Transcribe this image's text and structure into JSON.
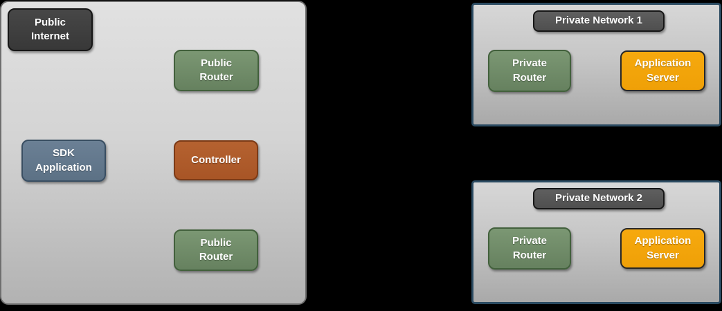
{
  "diagram": {
    "background_color": "#000000",
    "zone_fill_top": "#dedede",
    "zone_fill_bottom": "#b2b2b2",
    "private_zone_border_color": "#2b4b62",
    "public_zone_border_color": "#6e6e6e"
  },
  "public_zone": {
    "nodes": [
      {
        "id": "public-internet",
        "label": "Public\nInternet",
        "color": "#3e3e3e",
        "border": "#161616"
      },
      {
        "id": "public-router-top",
        "label": "Public\nRouter",
        "color": "#6f8f68",
        "border": "#42603c"
      },
      {
        "id": "sdk-application",
        "label": "SDK\nApplication",
        "color": "#64798e",
        "border": "#394e62"
      },
      {
        "id": "controller",
        "label": "Controller",
        "color": "#b05a2e",
        "border": "#7c3a16"
      },
      {
        "id": "public-router-bottom",
        "label": "Public\nRouter",
        "color": "#6f8f68",
        "border": "#42603c"
      }
    ]
  },
  "private_networks": [
    {
      "title": "Private Network 1",
      "title_color": "#575757",
      "nodes": [
        {
          "id": "private-router",
          "label": "Private\nRouter",
          "color": "#6f8f68",
          "border": "#42603c"
        },
        {
          "id": "application-server",
          "label": "Application\nServer",
          "color": "#f3a30c",
          "border": "#282828"
        }
      ]
    },
    {
      "title": "Private Network 2",
      "title_color": "#575757",
      "nodes": [
        {
          "id": "private-router",
          "label": "Private\nRouter",
          "color": "#6f8f68",
          "border": "#42603c"
        },
        {
          "id": "application-server",
          "label": "Application\nServer",
          "color": "#f3a30c",
          "border": "#282828"
        }
      ]
    }
  ]
}
